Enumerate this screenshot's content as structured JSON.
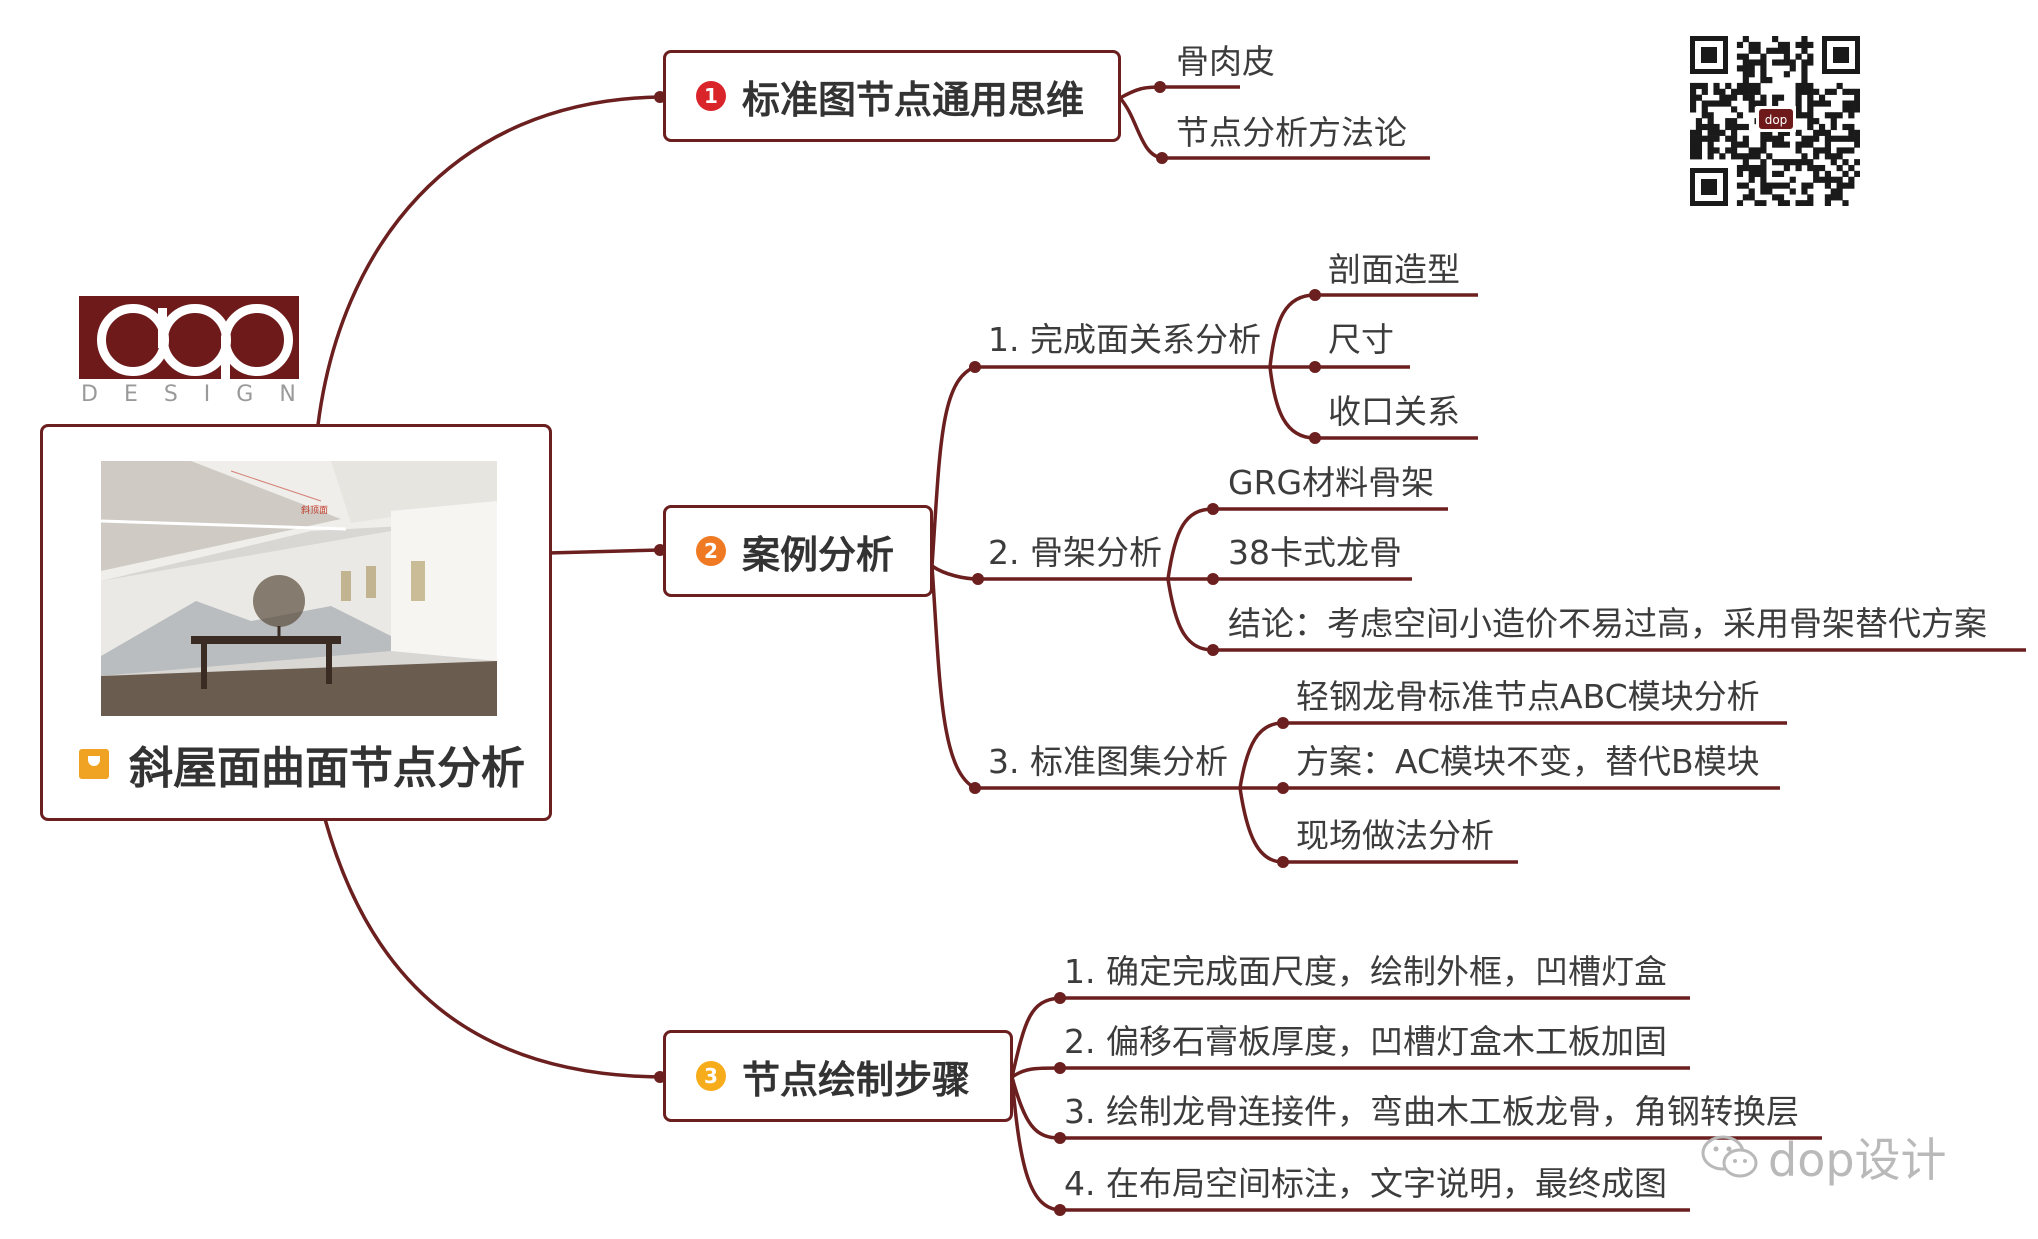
{
  "center": {
    "title": "斜屋面曲面节点分析",
    "photo_label": "斜顶面"
  },
  "logo": {
    "wordmark": "dop",
    "subtext": "DESIGN",
    "color": "#6e1a1a"
  },
  "qr_code": {
    "inner_text": "dop"
  },
  "watermark": {
    "text": "dop设计"
  },
  "colors": {
    "line": "#6b1f1f",
    "badge1": "#d9252a",
    "badge2": "#f07a24",
    "badge3": "#f7ac1c"
  },
  "branches": [
    {
      "badge": "1",
      "label": "标准图节点通用思维",
      "children": [
        {
          "label": "骨肉皮"
        },
        {
          "label": "节点分析方法论"
        }
      ]
    },
    {
      "badge": "2",
      "label": "案例分析",
      "children": [
        {
          "label": "1. 完成面关系分析",
          "children": [
            "剖面造型",
            "尺寸",
            "收口关系"
          ]
        },
        {
          "label": "2. 骨架分析",
          "children": [
            "GRG材料骨架",
            "38卡式龙骨",
            "结论：考虑空间小造价不易过高，采用骨架替代方案"
          ]
        },
        {
          "label": "3. 标准图集分析",
          "children": [
            "轻钢龙骨标准节点ABC模块分析",
            "方案：AC模块不变，替代B模块",
            "现场做法分析"
          ]
        }
      ]
    },
    {
      "badge": "3",
      "label": "节点绘制步骤",
      "children": [
        {
          "label": "1. 确定完成面尺度，绘制外框，凹槽灯盒"
        },
        {
          "label": "2. 偏移石膏板厚度，凹槽灯盒木工板加固"
        },
        {
          "label": "3. 绘制龙骨连接件，弯曲木工板龙骨，角钢转换层"
        },
        {
          "label": "4. 在布局空间标注，文字说明，最终成图"
        }
      ]
    }
  ]
}
